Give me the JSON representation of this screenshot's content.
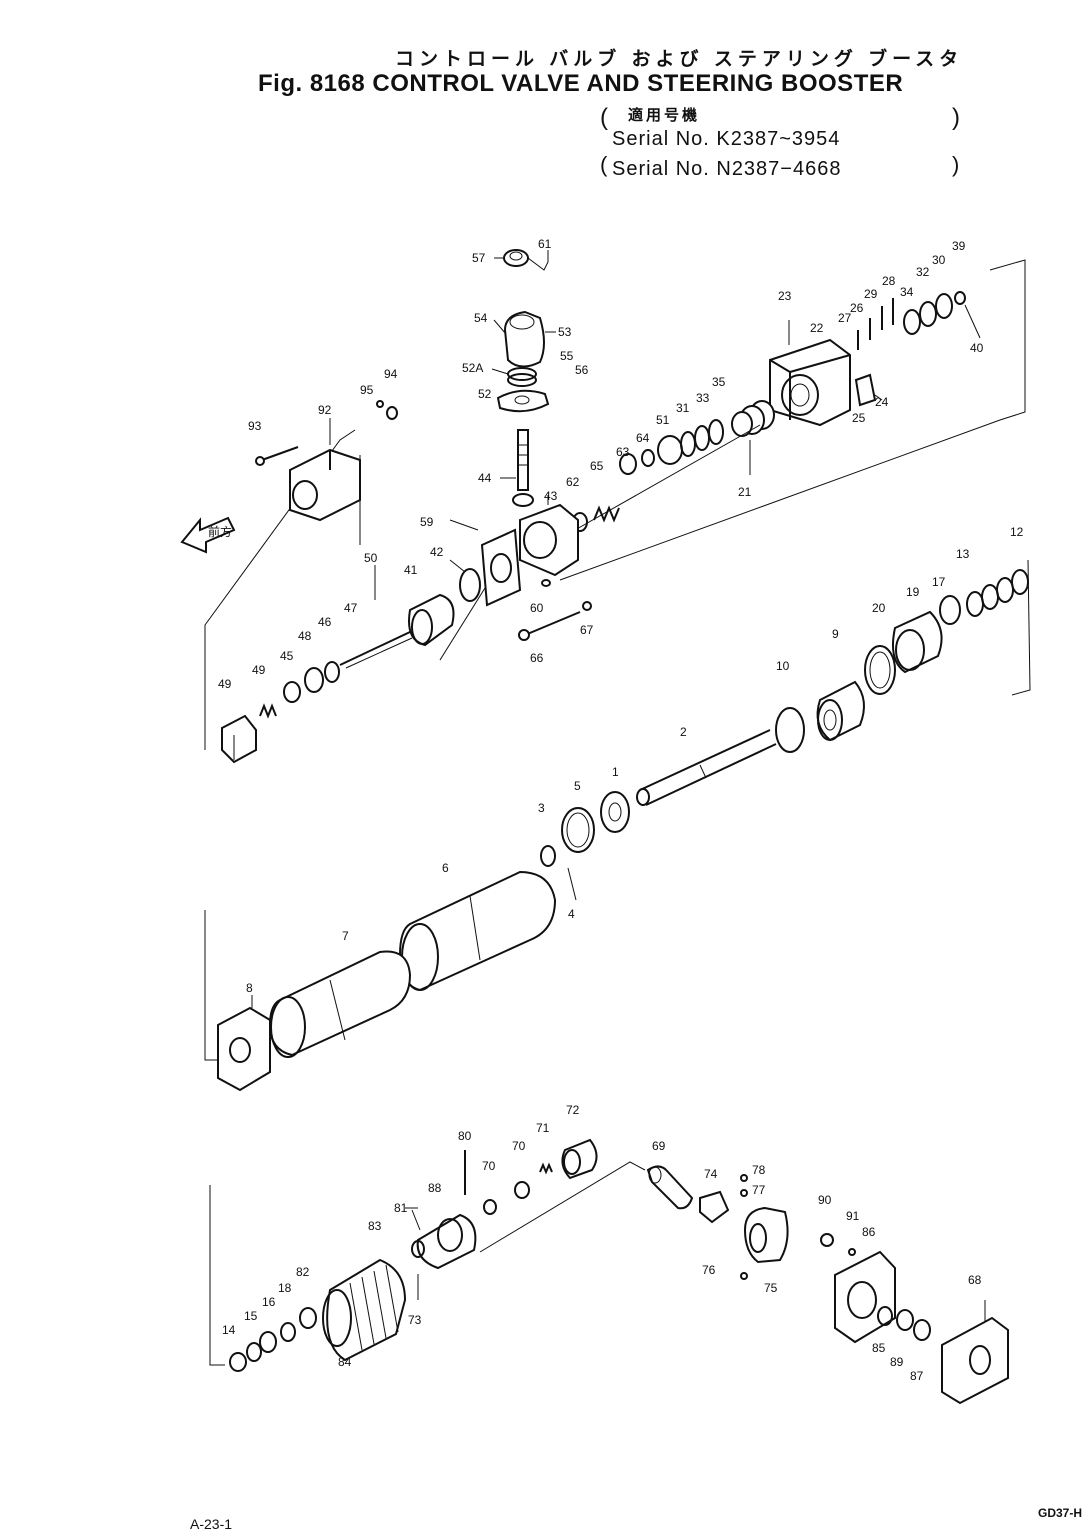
{
  "header": {
    "jp_title": "コントロール バルブ および ステアリング ブースタ",
    "en_title": "Fig. 8168 CONTROL VALVE AND STEERING BOOSTER",
    "jp_serial_label": "適用号機",
    "serial_1": "Serial No. K2387~3954",
    "serial_2": "Serial No. N2387−4668"
  },
  "front_arrow_label": "前方",
  "footer": {
    "page_ref": "A-23-1",
    "drawing_code": "GD37-H"
  },
  "labels": {
    "p57": "57",
    "p61": "61",
    "p54": "54",
    "p53": "53",
    "p52a": "52A",
    "p55": "55",
    "p56": "56",
    "p52": "52",
    "p44": "44",
    "p23": "23",
    "p22": "22",
    "p27": "27",
    "p26": "26",
    "p29": "29",
    "p28": "28",
    "p34a": "34",
    "p32": "32",
    "p30": "30",
    "p39": "39",
    "p40": "40",
    "p25": "25",
    "p24": "24",
    "p35": "35",
    "p33": "33",
    "p31": "31",
    "p51": "51",
    "p64": "64",
    "p63": "63",
    "p65": "65",
    "p62": "62",
    "p43": "43",
    "p21": "21",
    "p95": "95",
    "p94": "94",
    "p93": "93",
    "p92": "92",
    "p59": "59",
    "p42": "42",
    "p41": "41",
    "p50": "50",
    "p60": "60",
    "p67": "67",
    "p66": "66",
    "p47": "47",
    "p46": "46",
    "p48": "48",
    "p45": "45",
    "p49": "49",
    "p49b": "49",
    "p12": "12",
    "p13": "13",
    "p17": "17",
    "p19": "19",
    "p20": "20",
    "p9": "9",
    "p10": "10",
    "p2": "2",
    "p1": "1",
    "p5": "5",
    "p3": "3",
    "p4": "4",
    "p6": "6",
    "p7": "7",
    "p8": "8",
    "p72": "72",
    "p80": "80",
    "p70": "70",
    "p70b": "70",
    "p71": "71",
    "p69": "69",
    "p74": "74",
    "p78": "78",
    "p77": "77",
    "p76": "76",
    "p75": "75",
    "p88": "88",
    "p81": "81",
    "p83": "83",
    "p82": "82",
    "p18": "18",
    "p16": "16",
    "p15": "15",
    "p14": "14",
    "p84": "84",
    "p73": "73",
    "p90": "90",
    "p91": "91",
    "p86": "86",
    "p85": "85",
    "p89": "89",
    "p87": "87",
    "p68": "68"
  }
}
